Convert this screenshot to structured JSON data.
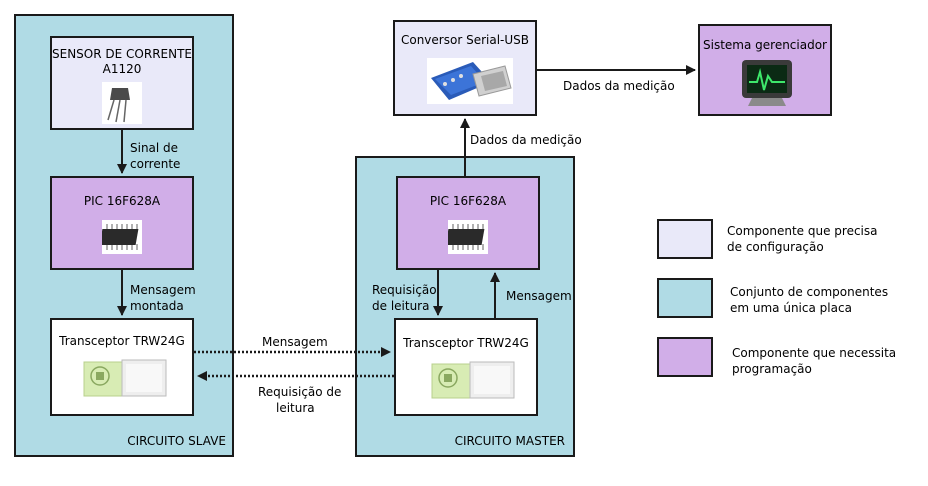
{
  "slave": {
    "title": "CIRCUITO SLAVE",
    "sensor": {
      "line1": "SENSOR DE CORRENTE",
      "line2": "A1120"
    },
    "pic": "PIC 16F628A",
    "transceiver": "Transceptor TRW24G",
    "edge_sinal": [
      "Sinal de",
      "corrente"
    ],
    "edge_mensagem": [
      "Mensagem",
      "montada"
    ]
  },
  "master": {
    "title": "CIRCUITO MASTER",
    "pic": "PIC 16F628A",
    "transceiver": "Transceptor TRW24G",
    "edge_requisicao": [
      "Requisição",
      "de leitura"
    ],
    "edge_mensagem": "Mensagem"
  },
  "converter": "Conversor Serial-USB",
  "system": "Sistema gerenciador",
  "links": {
    "dados_medicao_1": "Dados da medição",
    "dados_medicao_2": "Dados da medição",
    "mensagem": "Mensagem",
    "requisicao": [
      "Requisição de",
      "leitura"
    ]
  },
  "legend": [
    {
      "label": [
        "Componente que precisa",
        "de configuração"
      ],
      "color": "#e9e9f9"
    },
    {
      "label": [
        "Conjunto de componentes",
        "em uma única placa"
      ],
      "color": "#b0dbe5"
    },
    {
      "label": [
        "Componente que necessita",
        "programação"
      ],
      "color": "#d1aee8"
    }
  ],
  "icons": {
    "sensor": "transistor-icon",
    "pic": "chip-icon",
    "transceiver": "rf-module-icon",
    "converter": "usb-board-icon",
    "system": "monitor-icon"
  }
}
